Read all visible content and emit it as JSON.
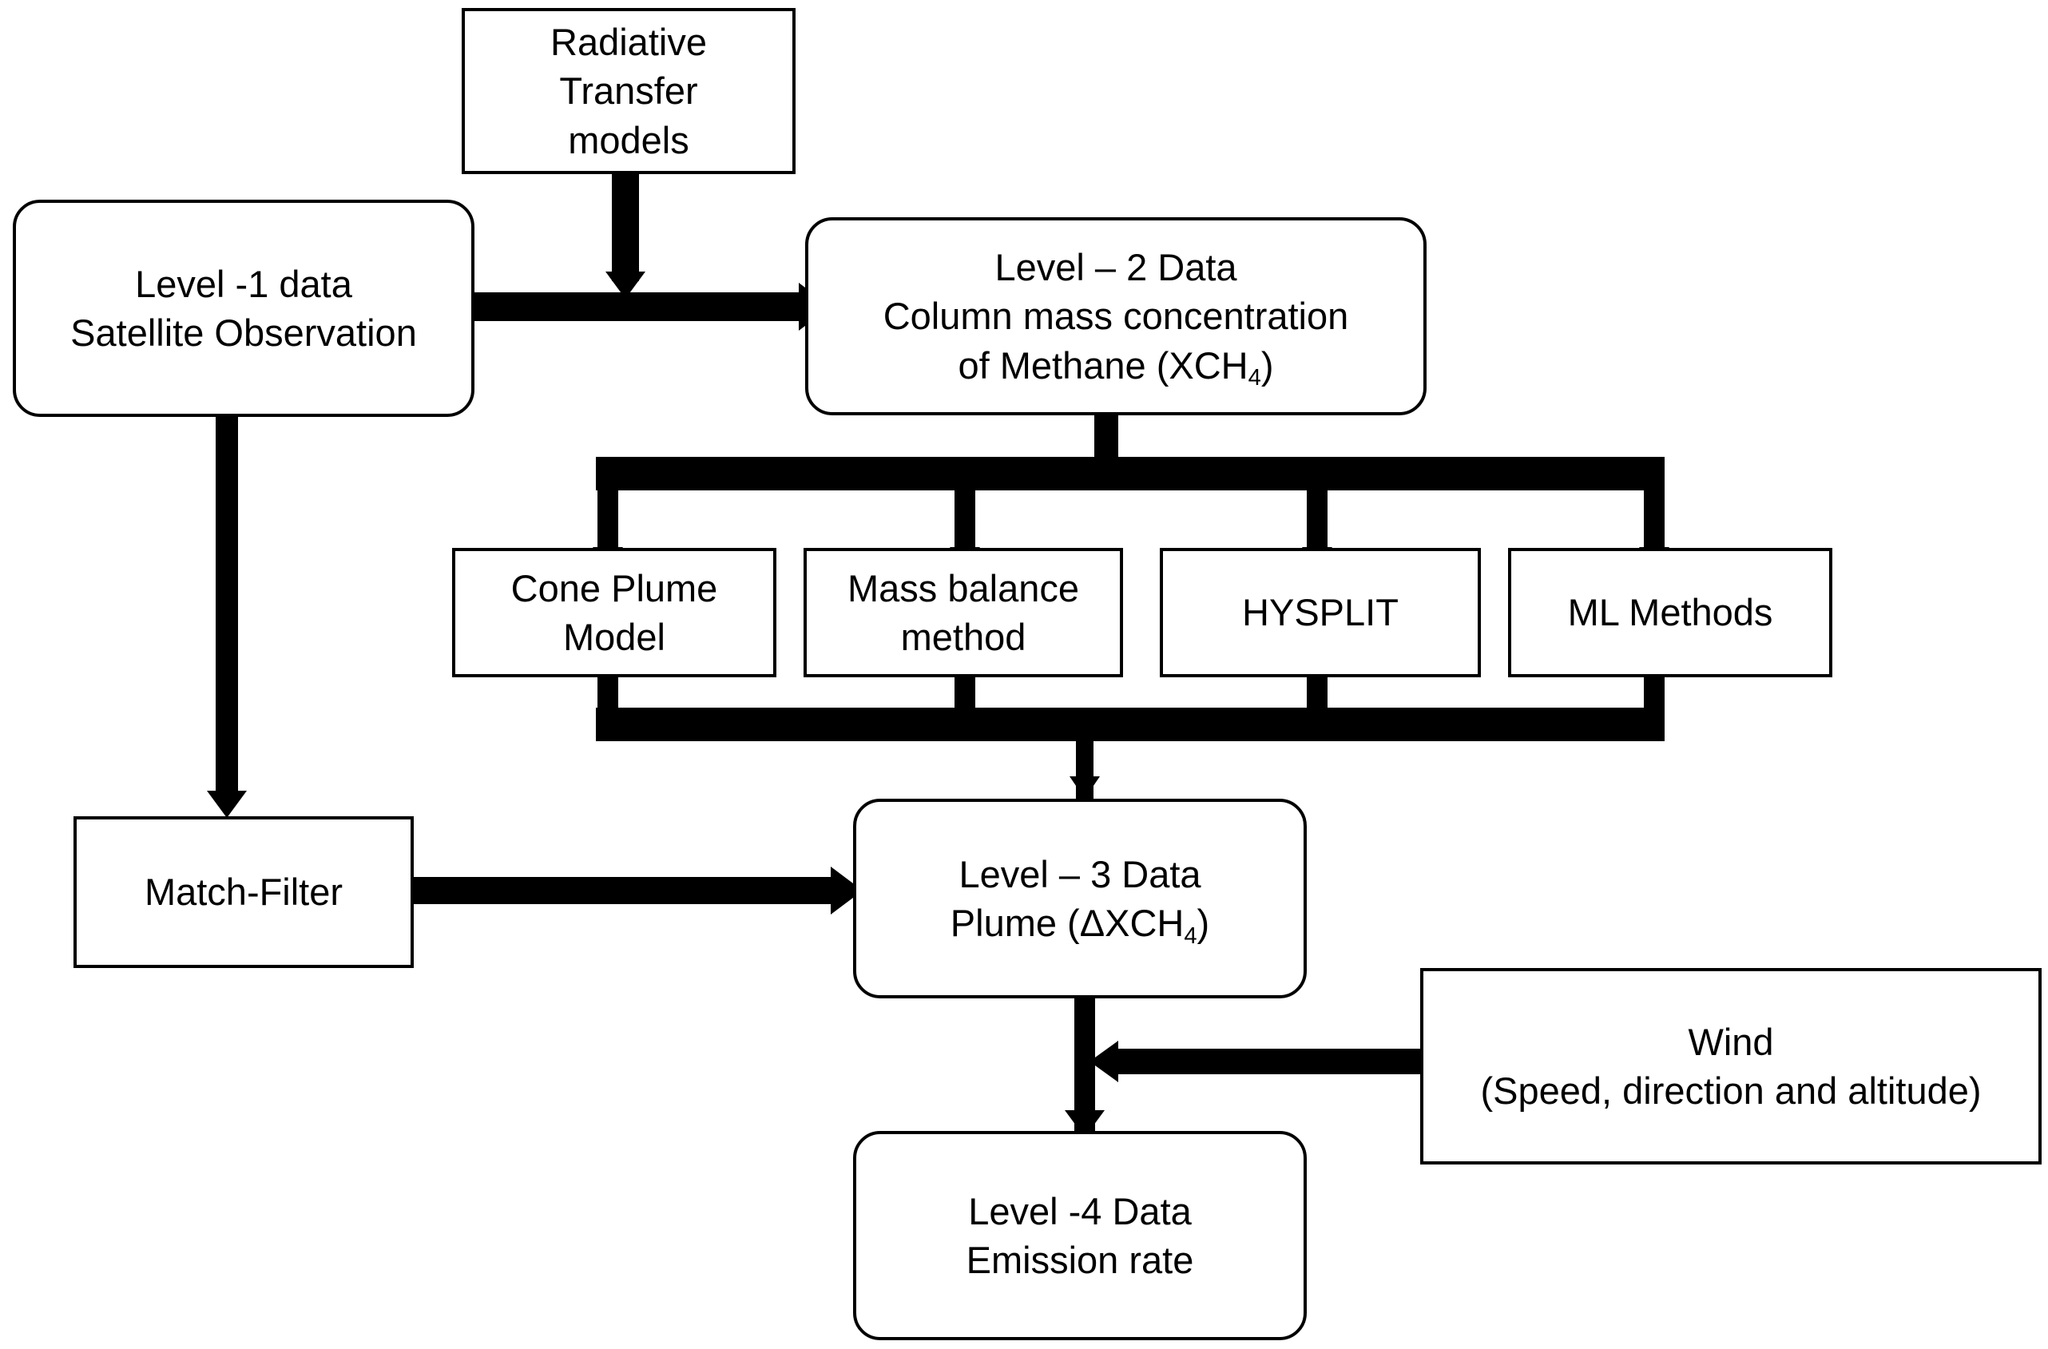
{
  "diagram": {
    "title": "Satellite methane data processing levels flowchart",
    "background_color": "#ffffff",
    "line_color": "#000000",
    "nodes": [
      {
        "id": "radiative-transfer-models",
        "shape": "rectangle",
        "lines": [
          "Radiative",
          "Transfer",
          "models"
        ]
      },
      {
        "id": "level-1-data",
        "shape": "rounded-rectangle",
        "lines": [
          "Level -1 data",
          "Satellite Observation"
        ]
      },
      {
        "id": "level-2-data",
        "shape": "rounded-rectangle",
        "lines": [
          "Level – 2 Data",
          "Column mass concentration",
          "of Methane (XCH",
          "4",
          ")"
        ],
        "line1": "Level – 2 Data",
        "line2": "Column mass concentration",
        "line3_pre": "of Methane (XCH",
        "line3_sub": "4",
        "line3_post": ")"
      },
      {
        "id": "cone-plume-model",
        "shape": "rectangle",
        "lines": [
          "Cone Plume",
          "Model"
        ]
      },
      {
        "id": "mass-balance-method",
        "shape": "rectangle",
        "lines": [
          "Mass balance",
          "method"
        ]
      },
      {
        "id": "hysplit",
        "shape": "rectangle",
        "lines": [
          "HYSPLIT"
        ]
      },
      {
        "id": "ml-methods",
        "shape": "rectangle",
        "lines": [
          "ML Methods"
        ]
      },
      {
        "id": "match-filter",
        "shape": "rectangle",
        "lines": [
          "Match-Filter"
        ]
      },
      {
        "id": "level-3-data",
        "shape": "rounded-rectangle",
        "line1": "Level – 3 Data",
        "line2_pre": "Plume (ΔXCH",
        "line2_sub": "4",
        "line2_post": ")"
      },
      {
        "id": "wind",
        "shape": "rectangle",
        "lines": [
          "Wind",
          "(Speed, direction and altitude)"
        ]
      },
      {
        "id": "level-4-data",
        "shape": "rounded-rectangle",
        "lines": [
          "Level -4 Data",
          "Emission rate"
        ]
      }
    ],
    "labels": {
      "radiative_transfer_l1": "Radiative",
      "radiative_transfer_l2": "Transfer",
      "radiative_transfer_l3": "models",
      "level1_l1": "Level -1 data",
      "level1_l2": "Satellite Observation",
      "level2_l1": "Level – 2 Data",
      "level2_l2": "Column mass concentration",
      "level2_l3_pre": "of Methane (XCH",
      "level2_l3_sub": "4",
      "level2_l3_post": ")",
      "cone_plume_l1": "Cone Plume",
      "cone_plume_l2": "Model",
      "mass_balance_l1": "Mass balance",
      "mass_balance_l2": "method",
      "hysplit_l1": "HYSPLIT",
      "ml_methods_l1": "ML Methods",
      "match_filter_l1": "Match-Filter",
      "level3_l1": "Level – 3 Data",
      "level3_l2_pre": "Plume (ΔXCH",
      "level3_l2_sub": "4",
      "level3_l2_post": ")",
      "wind_l1": "Wind",
      "wind_l2": "(Speed, direction and altitude)",
      "level4_l1": "Level -4 Data",
      "level4_l2": "Emission rate"
    },
    "edges": [
      {
        "id": "rtm-to-level2-link",
        "from": "radiative-transfer-models",
        "to": "level-2-data",
        "direction": "down"
      },
      {
        "id": "level1-to-level2",
        "from": "level-1-data",
        "to": "level-2-data",
        "direction": "right"
      },
      {
        "id": "level1-to-match-filter",
        "from": "level-1-data",
        "to": "match-filter",
        "direction": "down"
      },
      {
        "id": "level2-to-cone-plume-model",
        "from": "level-2-data",
        "to": "cone-plume-model",
        "direction": "down"
      },
      {
        "id": "level2-to-mass-balance-method",
        "from": "level-2-data",
        "to": "mass-balance-method",
        "direction": "down"
      },
      {
        "id": "level2-to-hysplit",
        "from": "level-2-data",
        "to": "hysplit",
        "direction": "down"
      },
      {
        "id": "level2-to-ml-methods",
        "from": "level-2-data",
        "to": "ml-methods",
        "direction": "down"
      },
      {
        "id": "methods-to-level3",
        "from": "methods-group",
        "to": "level-3-data",
        "direction": "down"
      },
      {
        "id": "match-filter-to-level3",
        "from": "match-filter",
        "to": "level-3-data",
        "direction": "right"
      },
      {
        "id": "level3-to-level4",
        "from": "level-3-data",
        "to": "level-4-data",
        "direction": "down"
      },
      {
        "id": "wind-to-level4-link",
        "from": "wind",
        "to": "level3-to-level4",
        "direction": "left"
      }
    ]
  }
}
